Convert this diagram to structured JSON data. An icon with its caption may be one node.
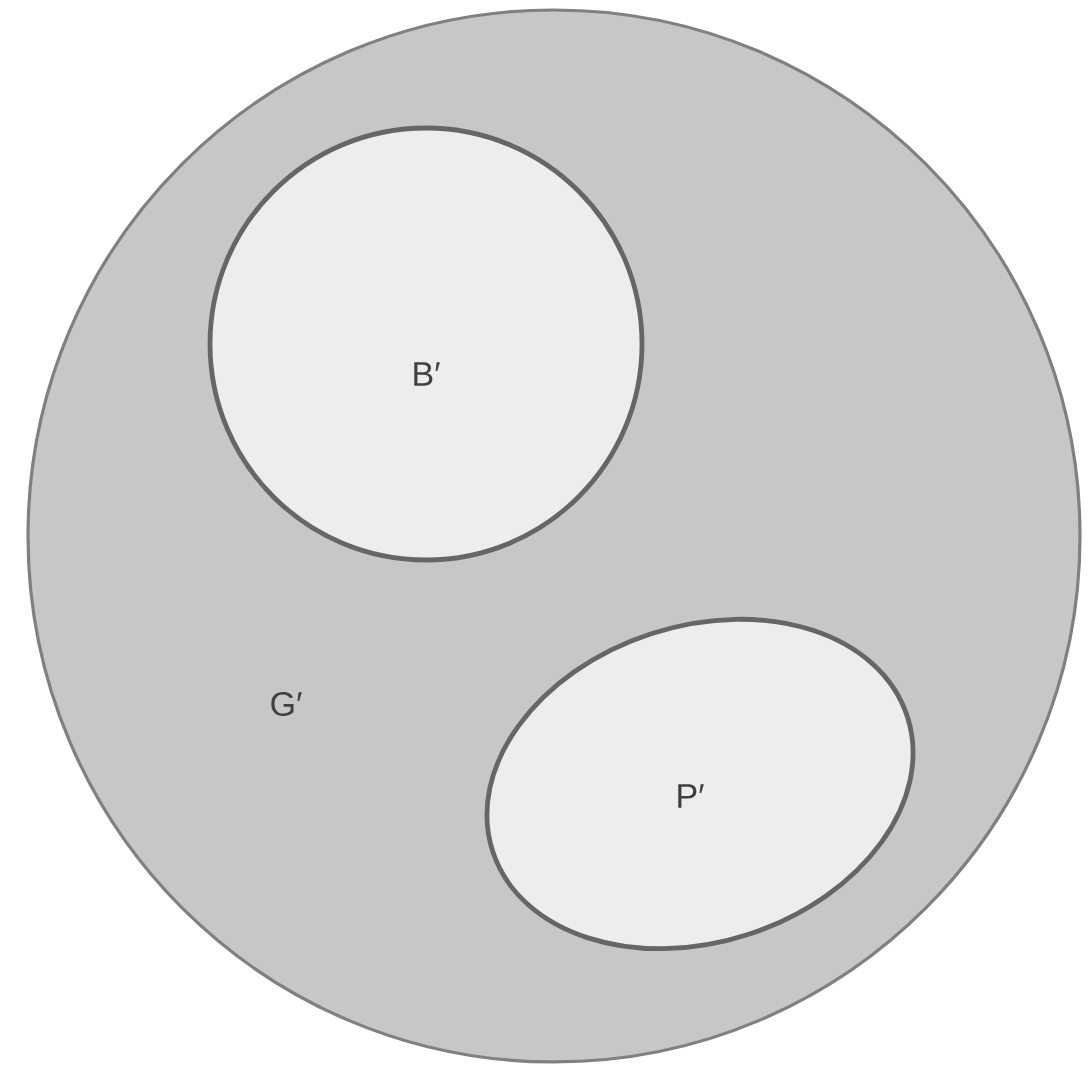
{
  "diagram": {
    "nodes": [
      {
        "text": [
          "G′"
        ]
      },
      {
        "text": [
          "B′"
        ],
        "in": 0
      },
      {
        "text": [
          "P′"
        ],
        "in": 0
      }
    ]
  }
}
